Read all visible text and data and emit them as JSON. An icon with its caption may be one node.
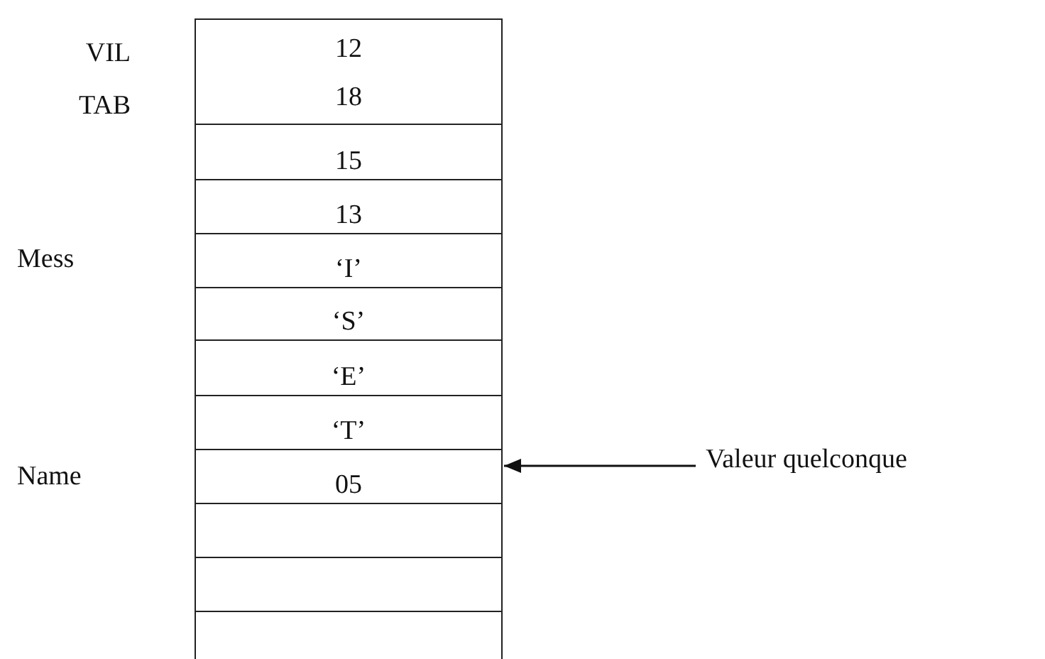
{
  "diagram": {
    "nodes": [
      {
        "text": [
          "12",
          "18"
        ]
      },
      {
        "text": [
          "15"
        ]
      },
      {
        "text": [
          "13"
        ]
      },
      {
        "text": [
          "‘I’"
        ]
      },
      {
        "text": [
          "‘S’"
        ]
      },
      {
        "text": [
          "‘E’"
        ]
      },
      {
        "text": [
          "‘T’"
        ]
      },
      {
        "text": [
          "05"
        ]
      },
      {
        "text": [],
        "shape": "box"
      },
      {
        "text": [],
        "shape": "box"
      },
      {
        "text": [],
        "shape": "box"
      },
      {
        "text": [
          "Valeur quelconque"
        ]
      }
    ],
    "edges": [
      {
        "from": 11,
        "to": 7,
        "arrow": "to"
      }
    ],
    "labels": [
      "VIL",
      "TAB",
      "Mess",
      "Name"
    ]
  }
}
